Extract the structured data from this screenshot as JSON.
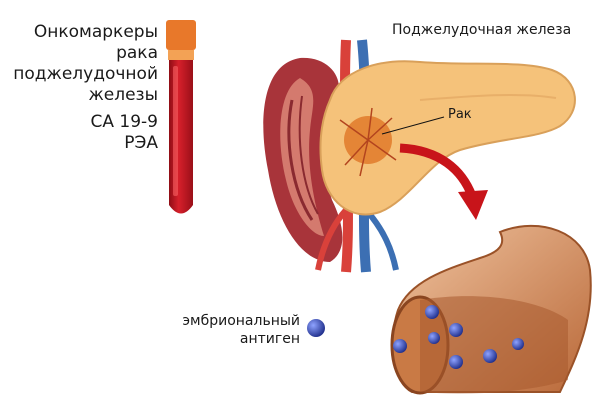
{
  "title_lines": [
    "Онкомаркеры",
    "рака",
    "поджелудочной",
    "железы"
  ],
  "markers": [
    "CA 19-9",
    "РЭА"
  ],
  "organ_label": "Поджелудочная железа",
  "cancer_label": "Рак",
  "antigen_lines": [
    "эмбриональный",
    "антиген"
  ],
  "colors": {
    "tube_blood": "#c4121f",
    "tube_cap": "#e8782a",
    "pancreas": "#f5c27a",
    "tumor": "#e07a2a",
    "kidney": "#a8343a",
    "vein": "#3c6fb3",
    "artery": "#d9413a",
    "vessel_outer": "#c97a45",
    "antigen_dot": "#2a3fa0",
    "arrow": "#c8141a"
  }
}
